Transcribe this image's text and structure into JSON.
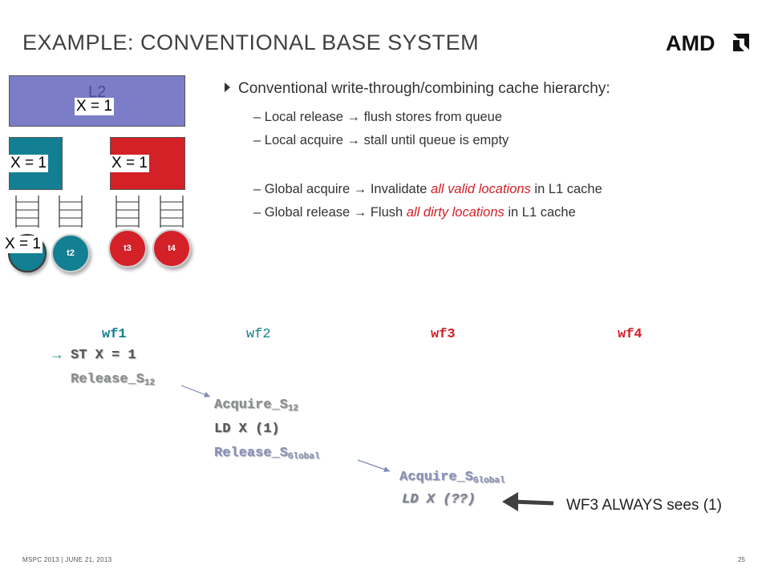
{
  "title": "EXAMPLE: CONVENTIONAL BASE SYSTEM",
  "logo": "AMD",
  "cache": {
    "l2_ghost_label": "L2",
    "l2_value": "X = 1",
    "l1a_value": "X = 1",
    "l1b_value": "X = 1",
    "thread1_value": "X = 1"
  },
  "threads": {
    "t2": "t2",
    "t3": "t3",
    "t4": "t4"
  },
  "colors": {
    "l2": "#7b7ec7",
    "teal": "#127f93",
    "red": "#d42027"
  },
  "bullets": {
    "main": "Conventional write-through/combining cache hierarchy:",
    "s1_a": "Local release ",
    "s1_b": " flush stores from queue",
    "s2_a": "Local acquire ",
    "s2_b": " stall until queue is empty",
    "s3_a": "Global acquire ",
    "s3_b": " Invalidate ",
    "s3_c": "all valid locations",
    "s3_d": " in L1 cache",
    "s4_a": "Global release ",
    "s4_b": " Flush ",
    "s4_c": "all dirty locations",
    "s4_d": " in L1 cache",
    "dash": "–",
    "arrow": "→"
  },
  "wavefronts": {
    "wf1": "wf1",
    "wf2": "wf2",
    "wf3": "wf3",
    "wf4": "wf4"
  },
  "code": {
    "pointer": "→",
    "st": "ST X = 1",
    "rel12": "Release_S",
    "rel12_sub": "12",
    "acq12": "Acquire_S",
    "acq12_sub": "12",
    "ld1": "LD X (1)",
    "relg": "Release_S",
    "relg_sub": "Global",
    "acqg": "Acquire_S",
    "acqg_sub": "Global",
    "ld2": "LD X (??)"
  },
  "annotation": "WF3 ALWAYS sees (1)",
  "footer": "MSPC 2013  |  JUNE 21, 2013",
  "page_number": "25"
}
